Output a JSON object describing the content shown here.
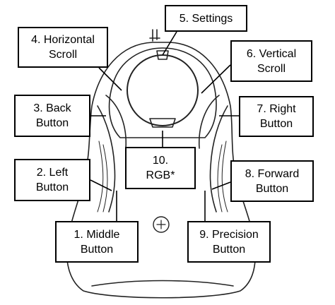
{
  "callouts": {
    "settings": "5. Settings",
    "horizontal_scroll": "4. Horizontal\nScroll",
    "vertical_scroll": "6. Vertical\nScroll",
    "back_button": "3. Back\nButton",
    "right_button": "7. Right\nButton",
    "rgb": "10.\nRGB*",
    "left_button": "2. Left\nButton",
    "forward_button": "8. Forward\nButton",
    "middle_button": "1. Middle\nButton",
    "precision_button": "9. Precision\nButton"
  }
}
